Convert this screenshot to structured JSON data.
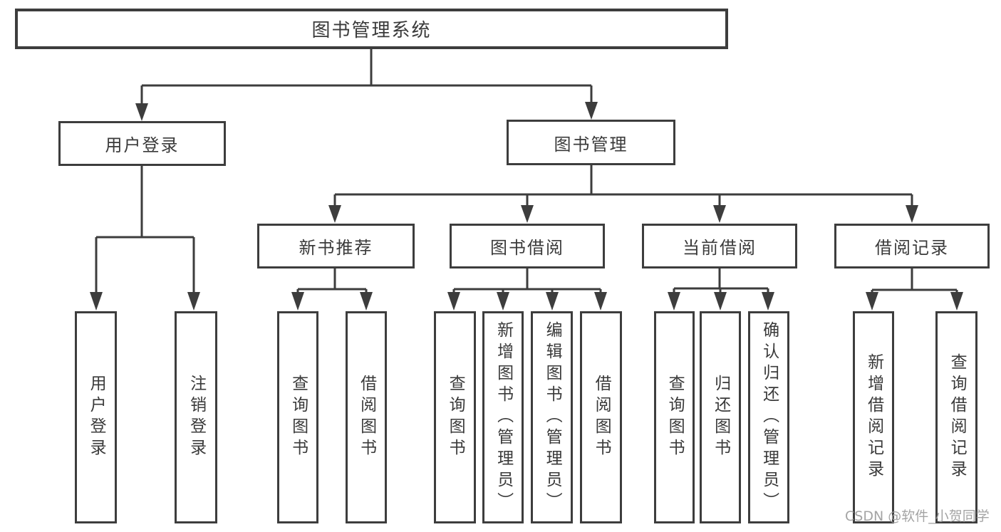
{
  "diagram": {
    "colors": {
      "line": "#3d3d3d",
      "text": "#3a3a3a",
      "background": "#ffffff",
      "watermark": "#9a9a9a"
    },
    "nodes": {
      "root": {
        "label": "图书管理系统"
      },
      "user_login": {
        "label": "用户登录",
        "children": [
          {
            "label": "用户登录"
          },
          {
            "label": "注销登录"
          }
        ]
      },
      "book_management": {
        "label": "图书管理",
        "children_labels": [
          "新书推荐",
          "图书借阅",
          "当前借阅",
          "借阅记录"
        ]
      },
      "new_book": {
        "label": "新书推荐",
        "children": [
          {
            "label": "查询图书"
          },
          {
            "label": "借阅图书"
          }
        ]
      },
      "book_borrow": {
        "label": "图书借阅",
        "children": [
          {
            "label": "查询图书"
          },
          {
            "label": "新增图书（管理员）"
          },
          {
            "label": "编辑图书（管理员）"
          },
          {
            "label": "借阅图书"
          }
        ]
      },
      "current_borrow": {
        "label": "当前借阅",
        "children": [
          {
            "label": "查询图书"
          },
          {
            "label": "归还图书"
          },
          {
            "label": "确认归还（管理员）"
          }
        ]
      },
      "borrow_record": {
        "label": "借阅记录",
        "children": [
          {
            "label": "新增借阅记录"
          },
          {
            "label": "查询借阅记录"
          }
        ]
      }
    },
    "watermark": "CSDN @软件_小贺同学"
  }
}
